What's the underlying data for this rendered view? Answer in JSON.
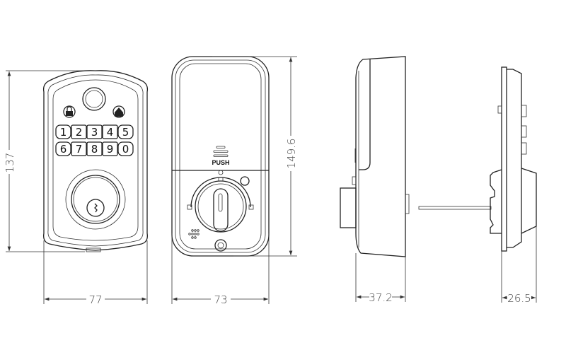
{
  "front_view": {
    "keypad_row1": [
      "1",
      "2",
      "3",
      "4",
      "5"
    ],
    "keypad_row2": [
      "6",
      "7",
      "8",
      "9",
      "0"
    ],
    "icons": [
      "fingerprint-sensor",
      "lock-icon",
      "home-check-icon",
      "keyhole-icon"
    ],
    "height_dim": "137",
    "width_dim": "77"
  },
  "back_view": {
    "push_label": "PUSH",
    "height_dim": "149.6",
    "width_dim": "73"
  },
  "side_view_interior": {
    "depth_dim": "37.2"
  },
  "side_view_exterior": {
    "depth_dim": "26.5"
  }
}
